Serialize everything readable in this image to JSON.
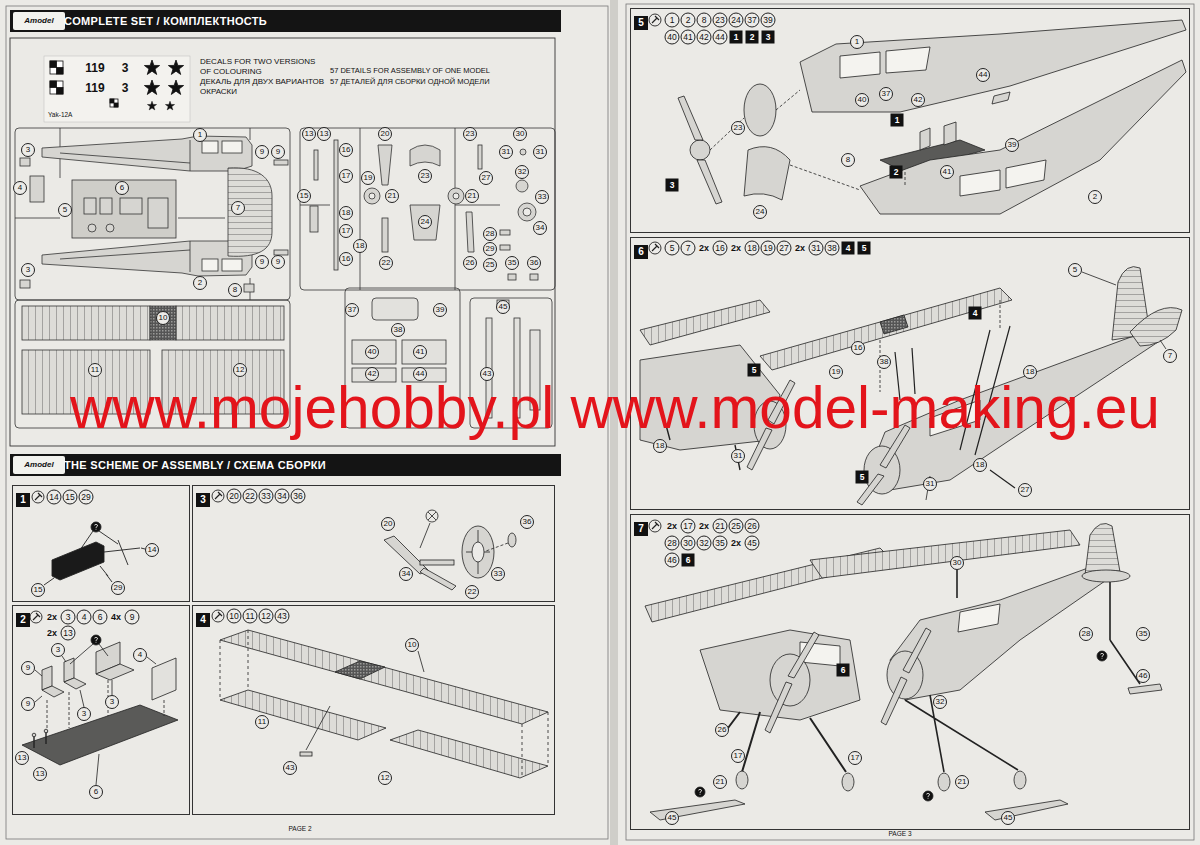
{
  "diagram": {
    "nodes": [
      {
        "text": [
          "COMPLETE SET / КОМПЛЕКТНОСТЬ"
        ]
      },
      {
        "text": [
          "Amodel"
        ],
        "in": 0
      },
      {
        "text": [
          "THE SCHEME OF ASSEMBLY / СХЕМА СБОРКИ"
        ]
      },
      {
        "text": [
          "Amodel"
        ],
        "in": 2
      },
      {
        "text": [
          "1"
        ]
      },
      {
        "text": [
          "2"
        ]
      },
      {
        "text": [
          "3"
        ]
      },
      {
        "text": [
          "4"
        ]
      },
      {
        "text": [
          "5"
        ]
      },
      {
        "text": [
          "6"
        ]
      },
      {
        "text": [
          "7"
        ]
      }
    ],
    "labels": [
      "119",
      "3",
      "119",
      "3",
      "Yak-12A",
      "DECALS FOR TWO VERSIONS OF COLOURING",
      "ДЕКАЛЬ ДЛЯ ДВУХ ВАРИАНТОВ ОКРАСКИ",
      "57 DETAILS FOR ASSEMBLY OF ONE MODEL",
      "57 ДЕТАЛЕЙ ДЛЯ СБОРКИ ОДНОЙ МОДЕЛИ",
      "1",
      "3",
      "9",
      "9",
      "4",
      "6",
      "5",
      "7",
      "3",
      "9",
      "9",
      "2",
      "8",
      "13",
      "13",
      "20",
      "23",
      "30",
      "16",
      "31",
      "31",
      "17",
      "19",
      "23",
      "27",
      "32",
      "15",
      "21",
      "21",
      "33",
      "18",
      "24",
      "34",
      "17",
      "28",
      "18",
      "29",
      "16",
      "22",
      "26",
      "25",
      "35",
      "36",
      "10",
      "11",
      "12",
      "37",
      "38",
      "39",
      "40",
      "41",
      "42",
      "44",
      "43",
      "45",
      "www.mojehobby.pl www.model-making.eu",
      "14",
      "15",
      "29",
      "14",
      "15",
      "29",
      "2x",
      "3",
      "4",
      "6",
      "4x",
      "9",
      "2x",
      "13",
      "9",
      "3",
      "4",
      "9",
      "3",
      "3",
      "13",
      "13",
      "6",
      "20",
      "22",
      "33",
      "34",
      "36",
      "20",
      "36",
      "34",
      "33",
      "22",
      "10",
      "11",
      "12",
      "43",
      "10",
      "11",
      "43",
      "12",
      "PAGE 2",
      "1",
      "2",
      "8",
      "23",
      "24",
      "37",
      "39",
      "40",
      "41",
      "42",
      "44",
      "1",
      "2",
      "3",
      "1",
      "44",
      "23",
      "40",
      "37",
      "42",
      "1",
      "8",
      "2",
      "39",
      "41",
      "2",
      "24",
      "3",
      "5",
      "7",
      "2x",
      "16",
      "2x",
      "18",
      "19",
      "27",
      "2x",
      "31",
      "38",
      "4",
      "5",
      "5",
      "7",
      "4",
      "16",
      "38",
      "19",
      "5",
      "18",
      "18",
      "31",
      "5",
      "31",
      "18",
      "27",
      "2x",
      "17",
      "2x",
      "21",
      "25",
      "26",
      "28",
      "30",
      "32",
      "35",
      "2x",
      "45",
      "46",
      "6",
      "30",
      "6",
      "32",
      "28",
      "35",
      "46",
      "26",
      "17",
      "17",
      "21",
      "21",
      "45",
      "45",
      "PAGE 3"
    ]
  }
}
